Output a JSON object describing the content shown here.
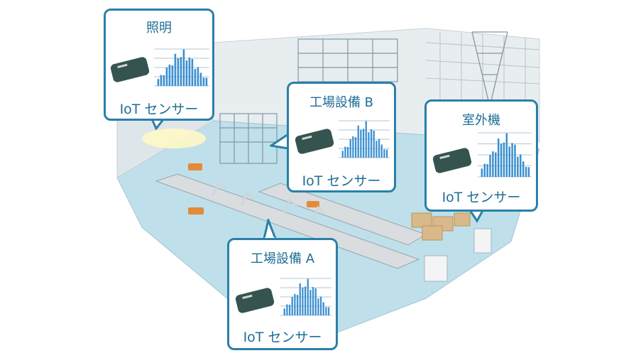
{
  "callouts": {
    "lighting": {
      "title": "照明",
      "sensor_label": "IoT センサー",
      "device_icon": "iot-sensor-device-icon",
      "chart_icon": "waveform-bar-chart-icon"
    },
    "equipment_b": {
      "title": "工場設備 B",
      "sensor_label": "IoT センサー",
      "device_icon": "iot-sensor-device-icon",
      "chart_icon": "waveform-bar-chart-icon"
    },
    "outdoor_unit": {
      "title": "室外機",
      "sensor_label": "IoT センサー",
      "device_icon": "iot-sensor-device-icon",
      "chart_icon": "waveform-bar-chart-icon"
    },
    "equipment_a": {
      "title": "工場設備 A",
      "sensor_label": "IoT センサー",
      "device_icon": "iot-sensor-device-icon",
      "chart_icon": "waveform-bar-chart-icon"
    }
  },
  "colors": {
    "callout_border": "#2a80a8",
    "callout_text": "#1e6e96",
    "bars": "#3a8fd0",
    "device": "#35544f",
    "floor": "#bfe0ea",
    "wall": "#e6ecef"
  }
}
